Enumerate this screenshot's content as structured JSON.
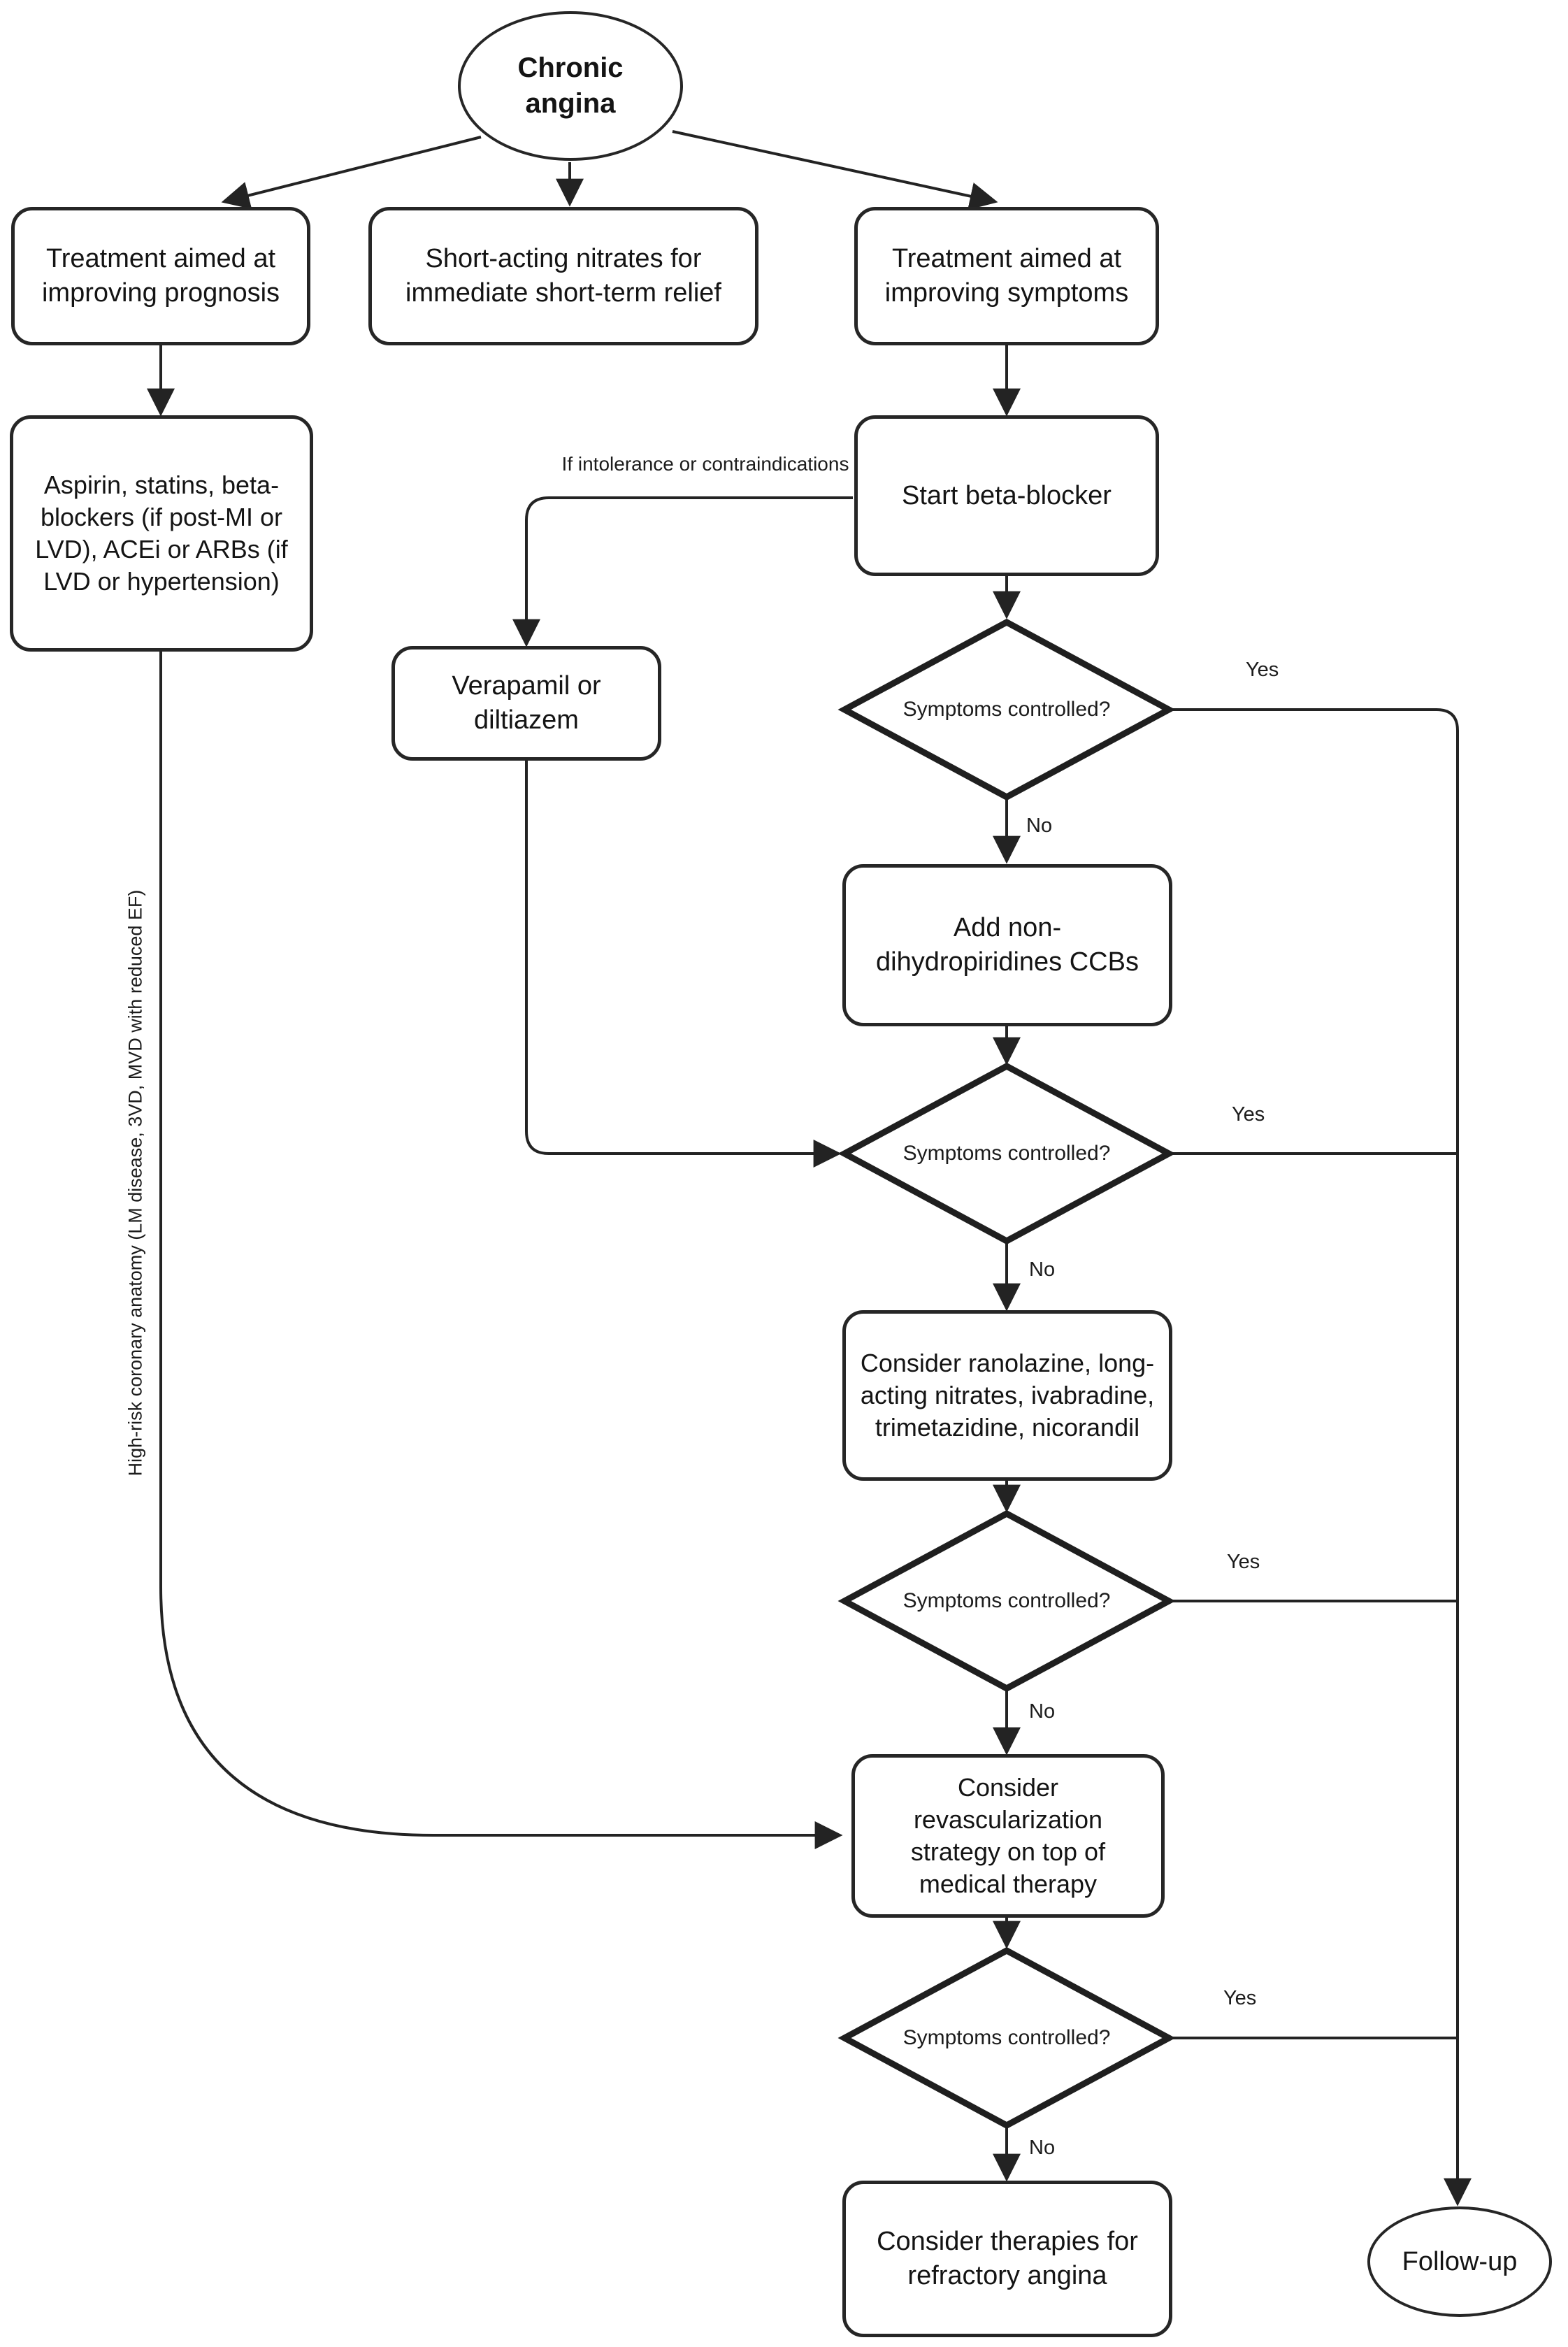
{
  "diagram": {
    "title": "Chronic angina treatment flowchart",
    "colors": {
      "stroke": "#232323",
      "node_fill": "#ffffff",
      "background": "#ffffff",
      "text": "#141414"
    },
    "nodes": {
      "start": {
        "label": "Chronic angina",
        "shape": "ellipse"
      },
      "prognosis": {
        "label": "Treatment aimed at improving prognosis",
        "shape": "rounded-box"
      },
      "nitrates": {
        "label": "Short-acting nitrates for immediate short-term relief",
        "shape": "rounded-box"
      },
      "symptoms": {
        "label": "Treatment aimed at improving symptoms",
        "shape": "rounded-box"
      },
      "aspirin": {
        "label": "Aspirin, statins, beta-blockers (if post-MI or LVD), ACEi or ARBs (if LVD or hypertension)",
        "shape": "rounded-box"
      },
      "beta_blocker": {
        "label": "Start beta-blocker",
        "shape": "rounded-box"
      },
      "verapamil": {
        "label": "Verapamil or diltiazem",
        "shape": "rounded-box"
      },
      "decision1": {
        "label": "Symptoms controlled?",
        "shape": "diamond"
      },
      "ccb": {
        "label": "Add non-dihydropiridines CCBs",
        "shape": "rounded-box"
      },
      "decision2": {
        "label": "Symptoms controlled?",
        "shape": "diamond"
      },
      "ranolazine": {
        "label": "Consider ranolazine, long-acting nitrates, ivabradine, trimetazidine, nicorandil",
        "shape": "rounded-box"
      },
      "decision3": {
        "label": "Symptoms controlled?",
        "shape": "diamond"
      },
      "revascularization": {
        "label": "Consider revascularization strategy on top of medical therapy",
        "shape": "rounded-box"
      },
      "decision4": {
        "label": "Symptoms controlled?",
        "shape": "diamond"
      },
      "refractory": {
        "label": "Consider therapies for refractory angina",
        "shape": "rounded-box"
      },
      "followup": {
        "label": "Follow-up",
        "shape": "ellipse"
      }
    },
    "edge_labels": {
      "intolerance": "If intolerance or contraindications",
      "high_risk": "High-risk coronary anatomy (LM disease, 3VD, MVD with reduced EF)",
      "yes1": "Yes",
      "no1": "No",
      "yes2": "Yes",
      "no2": "No",
      "yes3": "Yes",
      "no3": "No",
      "yes4": "Yes",
      "no4": "No"
    }
  }
}
